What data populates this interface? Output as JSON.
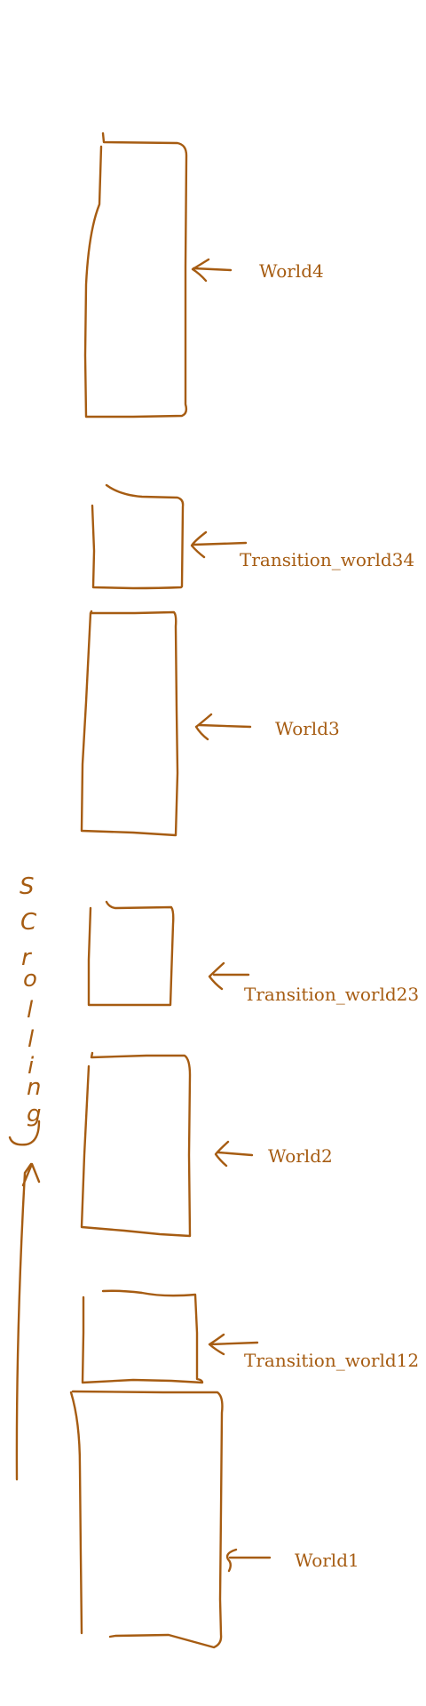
{
  "colors": {
    "ink": "#a65c12"
  },
  "blocks": [
    {
      "label": "World4"
    },
    {
      "label": "Transition_world34"
    },
    {
      "label": "World3"
    },
    {
      "label": "Transition_world23"
    },
    {
      "label": "World2"
    },
    {
      "label": "Transition_world12"
    },
    {
      "label": "World1"
    }
  ],
  "scrolling": {
    "letters": [
      "S",
      "C",
      "r",
      "o",
      "l",
      "l",
      "i",
      "n",
      "g"
    ]
  }
}
